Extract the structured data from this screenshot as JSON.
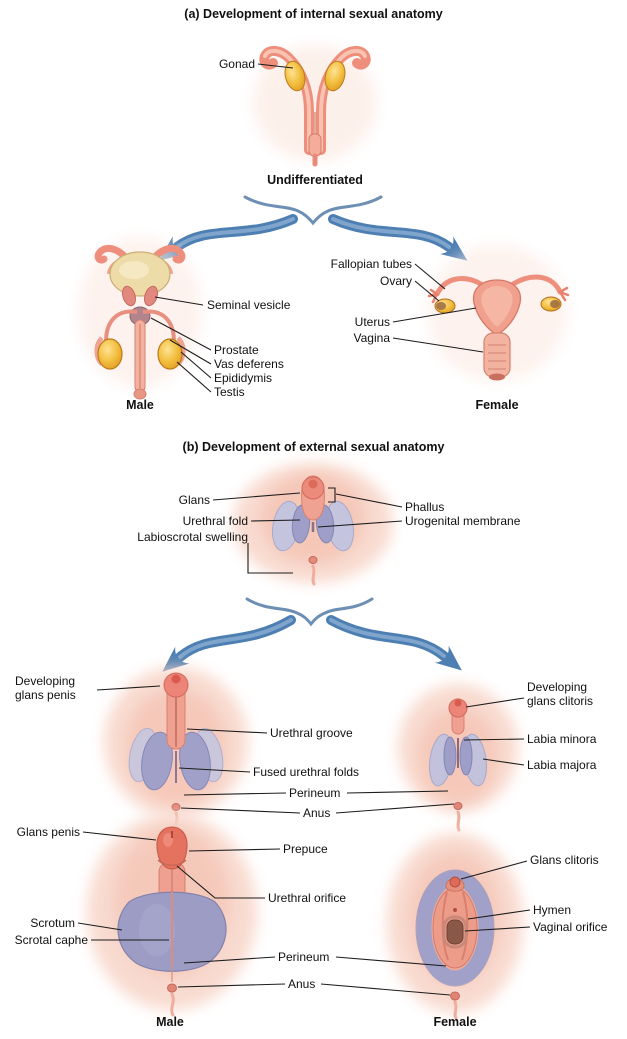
{
  "section_a": {
    "title": "(a) Development of internal sexual anatomy",
    "undifferentiated": {
      "caption": "Undifferentiated",
      "labels": {
        "gonad": "Gonad"
      }
    },
    "male": {
      "caption": "Male",
      "labels": {
        "seminal_vesicle": "Seminal vesicle",
        "prostate": "Prostate",
        "vas_deferens": "Vas deferens",
        "epididymis": "Epididymis",
        "testis": "Testis"
      }
    },
    "female": {
      "caption": "Female",
      "labels": {
        "fallopian_tubes": "Fallopian tubes",
        "ovary": "Ovary",
        "uterus": "Uterus",
        "vagina": "Vagina"
      }
    }
  },
  "section_b": {
    "title": "(b) Development of external sexual anatomy",
    "undifferentiated": {
      "labels": {
        "glans": "Glans",
        "urethral_fold": "Urethral fold",
        "labioscrotal_swelling": "Labioscrotal swelling",
        "phallus": "Phallus",
        "urogenital_membrane": "Urogenital membrane"
      }
    },
    "developing_stage": {
      "male_labels": {
        "developing_glans_penis": "Developing glans penis",
        "urethral_groove": "Urethral groove",
        "fused_urethral_folds": "Fused urethral folds"
      },
      "shared_labels": {
        "perineum": "Perineum",
        "anus": "Anus"
      },
      "female_labels": {
        "developing_glans_clitoris": "Developing glans clitoris",
        "labia_minora": "Labia minora",
        "labia_majora": "Labia majora"
      }
    },
    "final_stage": {
      "male_caption": "Male",
      "female_caption": "Female",
      "male_labels": {
        "glans_penis": "Glans penis",
        "prepuce": "Prepuce",
        "urethral_orifice": "Urethral orifice",
        "scrotum": "Scrotum",
        "scrotal_caphe": "Scrotal caphe"
      },
      "shared_labels": {
        "perineum": "Perineum",
        "anus": "Anus"
      },
      "female_labels": {
        "glans_clitoris": "Glans clitoris",
        "hymen": "Hymen",
        "vaginal_orifice": "Vaginal orifice"
      }
    }
  },
  "palette": {
    "skin_pink": "#F0A090",
    "skin_glow": "#F8D7CB",
    "deep_pink": "#E4725F",
    "gonad_yellow": "#F2BE3E",
    "swelling_purple": "#A0A0C9",
    "arrow_blue": "#4E7FB2",
    "leader_line": "#1C1C1C"
  }
}
